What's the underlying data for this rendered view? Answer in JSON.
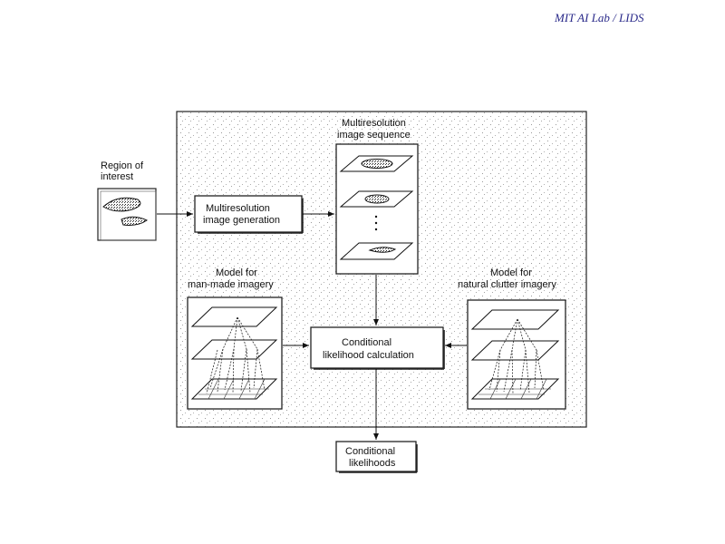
{
  "header": {
    "text": "MIT AI Lab / LIDS"
  },
  "diagram": {
    "region_label": [
      "Region of",
      "interest"
    ],
    "sequence_label": [
      "Multiresolution",
      "image sequence"
    ],
    "generation_box": [
      "Multiresolution",
      "image generation"
    ],
    "manmade_label": [
      "Model for",
      "man-made imagery"
    ],
    "clutter_label": [
      "Model for",
      "natural clutter imagery"
    ],
    "likelihood_box": [
      "Conditional",
      "likelihood calculation"
    ],
    "output_box": [
      "Conditional",
      "likelihoods"
    ]
  }
}
